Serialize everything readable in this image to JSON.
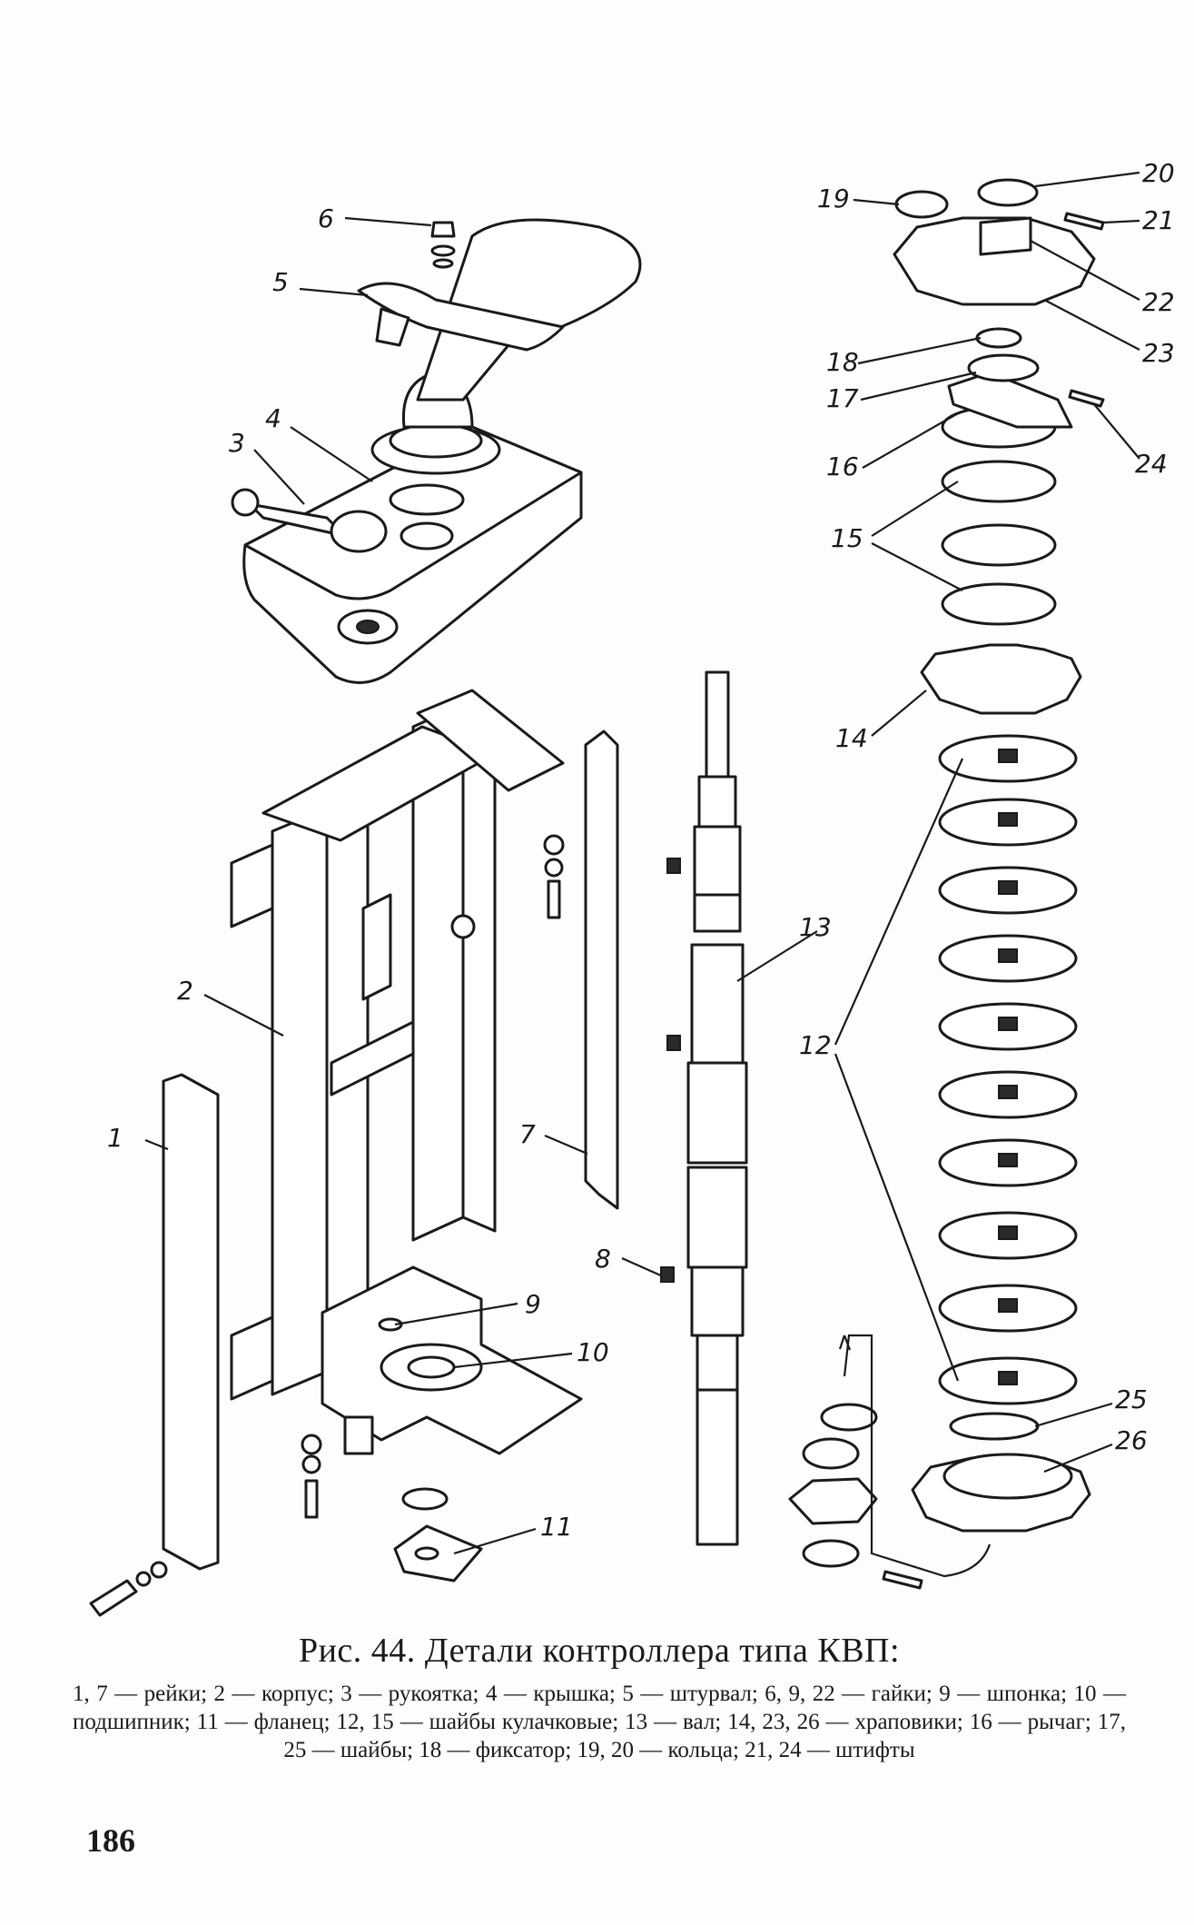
{
  "figure": {
    "labels": [
      "1",
      "2",
      "3",
      "4",
      "5",
      "6",
      "7",
      "8",
      "9",
      "10",
      "11",
      "12",
      "13",
      "14",
      "15",
      "16",
      "17",
      "18",
      "19",
      "20",
      "21",
      "22",
      "23",
      "24",
      "25",
      "26"
    ]
  },
  "caption": {
    "title": "Рис. 44. Детали контроллера типа КВП:",
    "legend": "1, 7 — рейки; 2 — корпус; 3 — рукоятка; 4 — крышка; 5 — штурвал; 6, 9, 22 — гайки; 9 — шпонка; 10 — подшипник; 11 — фланец; 12, 15 — шайбы кулачковые; 13 — вал; 14, 23, 26 — храповики; 16 — рычаг; 17, 25 — шайбы; 18 — фиксатор; 19, 20 — кольца; 21, 24 — штифты"
  },
  "page_number": "186"
}
